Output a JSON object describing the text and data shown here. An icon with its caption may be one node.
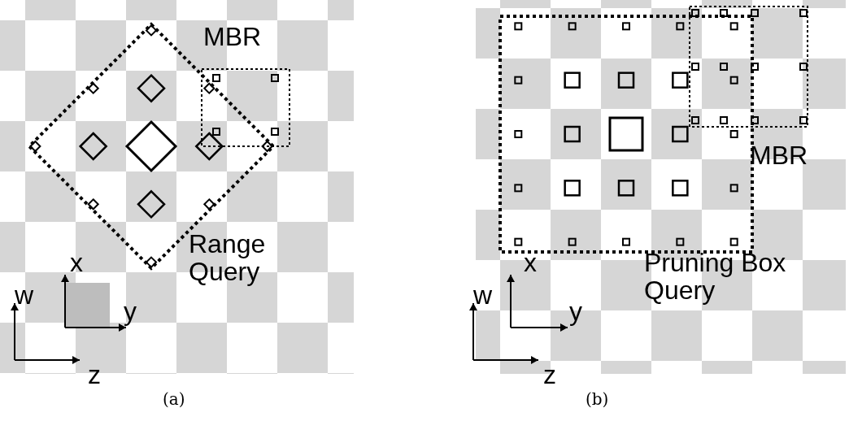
{
  "diagram": {
    "labels": [
      "MBR",
      "x",
      "Range Query",
      "w",
      "y",
      "z",
      "(a)",
      "MBR",
      "x",
      "Pruning Box Query",
      "w",
      "y",
      "z",
      "(b)"
    ]
  }
}
